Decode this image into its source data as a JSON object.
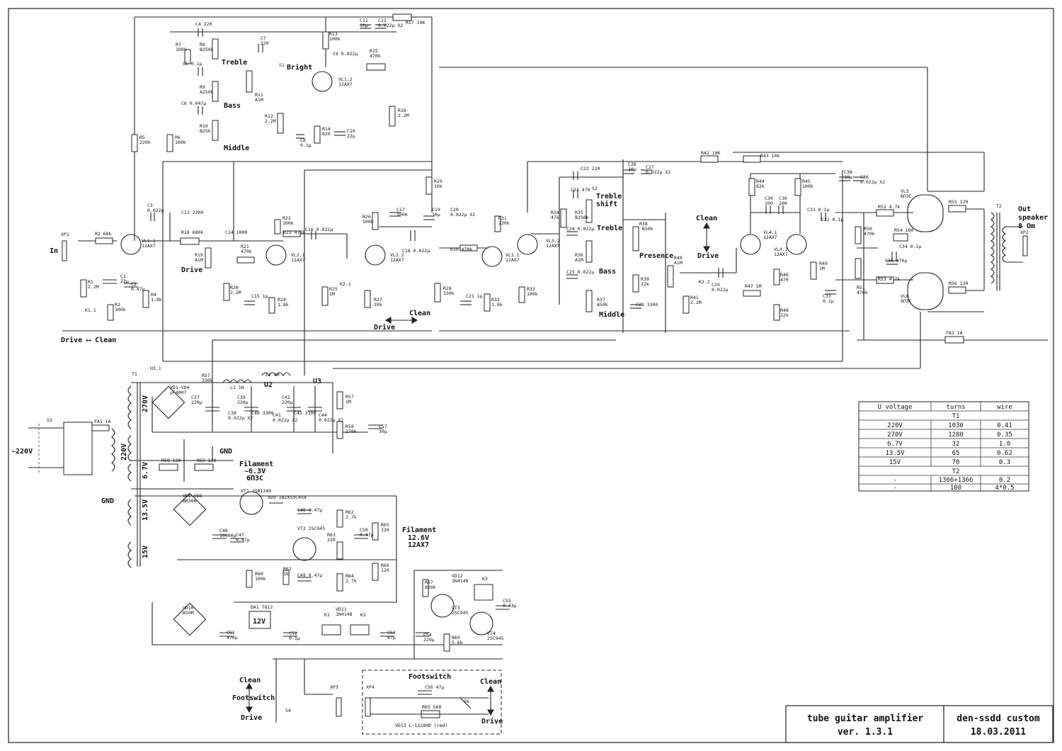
{
  "knobs": {
    "treble1": "Treble",
    "bass1": "Bass",
    "middle1": "Middle",
    "bright": "Bright",
    "treble2": "Treble",
    "bass2": "Bass",
    "middle2": "Middle",
    "treble_shift": "Treble\nshift",
    "presence": "Presence",
    "drive_pot": "Drive",
    "clean_drive_1": "Clean",
    "clean_drive_1b": "Drive",
    "drive_clean_bottom": "Drive ⟷ Clean"
  },
  "io": {
    "in": "In",
    "xp1": "XP1",
    "out_label": "Out\nspeaker\n8 Om",
    "xp2": "XP2",
    "mains": "~220V",
    "gnd": "GND",
    "gnd2": "GND",
    "s3": "S3",
    "fa1": "FA1  1A",
    "fa2": "FA2  1A",
    "t1": "T1",
    "t2": "T2"
  },
  "power": {
    "u2": "U2",
    "u3": "U3",
    "w270": "270V",
    "w220": "220V",
    "w67": "6.7V",
    "w135": "13.5V",
    "w15": "15V",
    "filament1": "Filament\n~6.3V\n6П3С",
    "filament2": "Filament\n12.6V\n12AX7",
    "reg": "12V",
    "da1": "DA1 7812"
  },
  "footswitch": {
    "title": "Footswitch",
    "clean": "Clean",
    "drive": "Drive",
    "left_clean": "Clean",
    "left_foot": "Footswitch",
    "left_drive": "Drive",
    "xp3": "XP3",
    "xp4": "XP4",
    "s4": "S4",
    "s6": "S6",
    "vd13": "VD13  L-132XHD (red)",
    "r65": "R65  560",
    "c56": "C56  47μ"
  },
  "tubes": [
    {
      "id": "VL1.1",
      "type": "12AX7"
    },
    {
      "id": "VL1.2",
      "type": "12AX7"
    },
    {
      "id": "VL2.1",
      "type": "12AX7"
    },
    {
      "id": "VL2.2",
      "type": "12AX7"
    },
    {
      "id": "VL3.1",
      "type": "12AX7"
    },
    {
      "id": "VL3.2",
      "type": "12AX7"
    },
    {
      "id": "VL4.1",
      "type": "12AX7"
    },
    {
      "id": "VL4.2",
      "type": "12AX7"
    },
    {
      "id": "VL5",
      "type": "6П3С"
    },
    {
      "id": "VL6",
      "type": "6П3С"
    }
  ],
  "parts": {
    "r2": "R2  68k",
    "r1": "R1\n2.2M",
    "r3": "R3\n100k",
    "c1": "C1\n22μ",
    "c2": "C2\n0.47μ",
    "r4": "R4\n1.8k",
    "c3": "C3\n0.022μ",
    "r5": "R5\n220k",
    "r6": "R6\n100k",
    "r7": "R7\n100k",
    "c4": "C4  220",
    "r8": "R8\nB250k",
    "c5": "C5  0.1μ",
    "r9": "R9\nA250k",
    "c6": "C6  0.047μ",
    "r10": "R10\nB25k",
    "c7": "C7\n220",
    "s1": "S1",
    "r11": "R11\nA1M",
    "r12": "R12\n2.2M",
    "r13": "R13\n100k",
    "c11": "C11\n10μ",
    "c12": "C12\n0.022μ X2",
    "r17": "R17  10K",
    "c9": "C9  0.022μ",
    "r15": "R15\n470k",
    "r16": "R16\n2.2M",
    "c8": "C8\n0.1μ",
    "r14": "R14\n820",
    "c10": "C10\n22μ",
    "c13": "C13  2200",
    "r18": "R18  680k",
    "r19": "R19\nA1M",
    "c14": "C14  1000",
    "r20": "R20\n2.2M",
    "r21": "R21\n470k",
    "r22": "R22\n100k",
    "r23": "R23  470k",
    "c16": "C16  0.022μ",
    "c15": "C15  1μ",
    "r24": "R24\n1.8k",
    "r25": "R25\n1M",
    "k2": "K2.1",
    "r26": "R26\n100k",
    "c17": "C17\n1000",
    "c18": "C18  0.022μ",
    "r27": "R27\n39k",
    "r29": "R29\n10k",
    "c19": "C19\n10μ",
    "c20": "C20\n0.022μ X2",
    "r28": "R28\n330k",
    "r30": "R30  470k",
    "r31": "R31\n220k",
    "c21": "C21  1μ",
    "r32": "R32\n1.8k",
    "r33": "R33\n100k",
    "c22": "C22  220",
    "c23": "C23  470",
    "s2": "S2",
    "r34": "R34\n47k",
    "r35": "R35\nB250k",
    "c24": "C24  0.022μ",
    "c25": "C25  0.022μ",
    "r36": "R36\nA1M",
    "r37": "R37\nA50k",
    "c26": "C26\n10μ",
    "c27": "C27\n0.022μ X2",
    "r38": "R38\n B50k",
    "r39": "R39\n22k",
    "c28": "C28  3300",
    "r40": "R40\nA1M",
    "r41": "R41\n2.2M",
    "k22": "K2.2",
    "c29": "C29\n0.022μ",
    "r42": "R42  10K",
    "r43": "R43  10k",
    "r44": "R44\n82k",
    "c30": "C30\n100",
    "c50": "C30\n100",
    "r45": "R45\n100k",
    "c38": "C38\n10μ",
    "c36": "C36\n0.022μ X2",
    "c31": "C31  0.1μ",
    "c32": "C32  0.1μ",
    "r46": "R46\n470",
    "r47": "R47  1M",
    "r48": "R48\n22k",
    "r49": "R49\n1M",
    "c33": "C33\n0.1μ",
    "r50": "R50\n470k",
    "r51": "R51\n470k",
    "r52": "R52  4.7k",
    "r53": "R53  4.7k",
    "r54": "R54  180",
    "c34": "C34  0.1μ",
    "c35": "C35  470μ",
    "r55": "R55  120",
    "r56": "R56  120",
    "h31": "H3.1",
    "vd1": "VD1-VD4\nμF4007",
    "r57": "R57\n330k",
    "l1": "L1   1H",
    "l2": "L2 4H",
    "c37": "C37\n220μ",
    "c38b": "C38\n0.022μ X2",
    "c39": "C39\n220μ",
    "c40": "C40  3300",
    "c41": "C41\n0.022μ X2",
    "c42": "C42\n220μ",
    "c43": "C43  3300",
    "c44": "C44\n0.022μ X2",
    "r67": "R57\n1M",
    "r68": "R58\n270k",
    "c57": "C57\n10μ",
    "r58": "R58  120",
    "r59": "R59  120",
    "vd5": "VD5-VD8\nBR306",
    "vt1": "VT1  2SB1340",
    "vd9": "VD9  1BZX55C4V8",
    "c48": "C48  0.47μ",
    "c46": "C46\n10000μ",
    "c47": "C47\n0.47μ",
    "vt2": "VT2  2SC945",
    "r62": "R62\n2.7k",
    "r63": "R63\n220",
    "r64": "R64\n2.7k",
    "c49": "C49  0.47μ",
    "r60": "R60\n100k",
    "r61": "R61\n1k",
    "c50b": "C50\n0.47μ",
    "r65b": "R65\n120",
    "r66": "R66\n120",
    "vd10": "VD10\nW10M",
    "c51": "C51\n470μ",
    "c52": "C52\n0.1μ",
    "vd11": "VD11\n1N4148",
    "k1": "K1",
    "k2b": "K2",
    "c53": "C53\n47μ",
    "r67b": "R67\n820k",
    "vd12": "VD12\n1N4148",
    "k3": "K3",
    "vt3": "VT3\n2SC945",
    "c54": "C54\n220μ",
    "r69": "R69\n5.6k",
    "vt4": "VT4\n2SC945",
    "c55": "C55\n0.33μ",
    "k11": "K1.1"
  },
  "transformer_table": {
    "headers": [
      "U voltage",
      "turns",
      "wire"
    ],
    "section_t1": "T1",
    "rows_t1": [
      [
        "220V",
        "1030",
        "0.41"
      ],
      [
        "270V",
        "1280",
        "0.35"
      ],
      [
        "6.7V",
        "32",
        "1.0"
      ],
      [
        "13.5V",
        "65",
        "0.62"
      ],
      [
        "15V",
        "70",
        "0.3"
      ]
    ],
    "section_t2": "T2",
    "rows_t2": [
      [
        "-",
        "1366+1366",
        "0.2"
      ],
      [
        "-",
        "100",
        "4*0.5"
      ]
    ]
  },
  "title_block": {
    "title_line1": "tube guitar amplifier",
    "title_line2": "ver. 1.3.1",
    "author": "den-ssdd custom",
    "date": "18.03.2011"
  }
}
